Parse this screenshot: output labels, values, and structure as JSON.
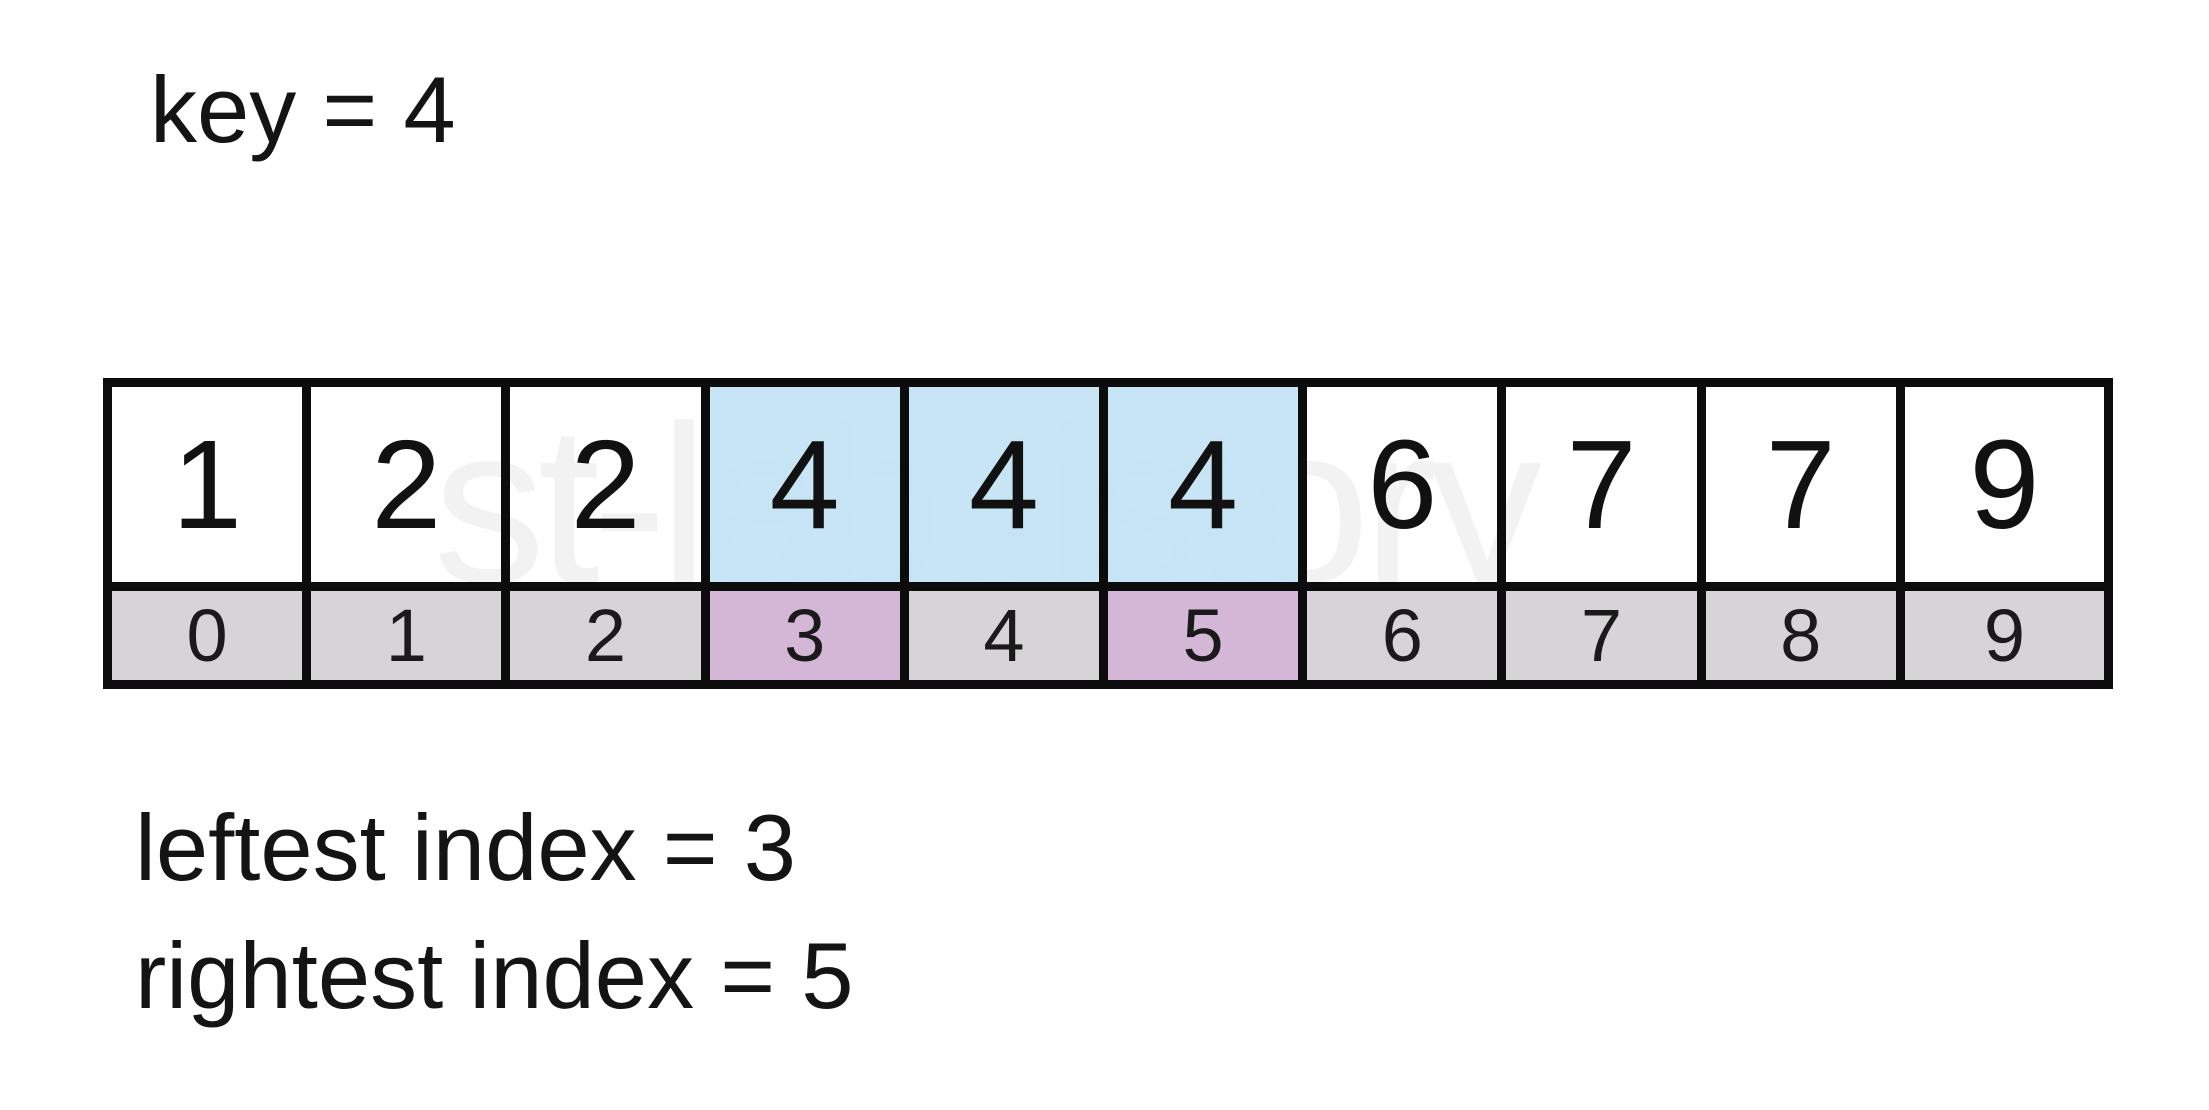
{
  "title": {
    "key_label": "key = 4"
  },
  "watermark": {
    "text": "st-lab.tistory",
    "color": "#f2f2f2"
  },
  "array": {
    "values": [
      1,
      2,
      2,
      4,
      4,
      4,
      6,
      7,
      7,
      9
    ],
    "indices": [
      0,
      1,
      2,
      3,
      4,
      5,
      6,
      7,
      8,
      9
    ],
    "highlighted_value_cells": [
      3,
      4,
      5
    ],
    "highlighted_index_cells": [
      3,
      5
    ],
    "colors": {
      "value_highlight": "#bfe1f3",
      "value_highlight_alpha": "E0",
      "index_highlight": "#d4b7d7",
      "index_default": "#d7d4d7",
      "border": "#0c0c0c"
    }
  },
  "results": {
    "leftest_label": "leftest index = 3",
    "rightest_label": "rightest index = 5"
  }
}
